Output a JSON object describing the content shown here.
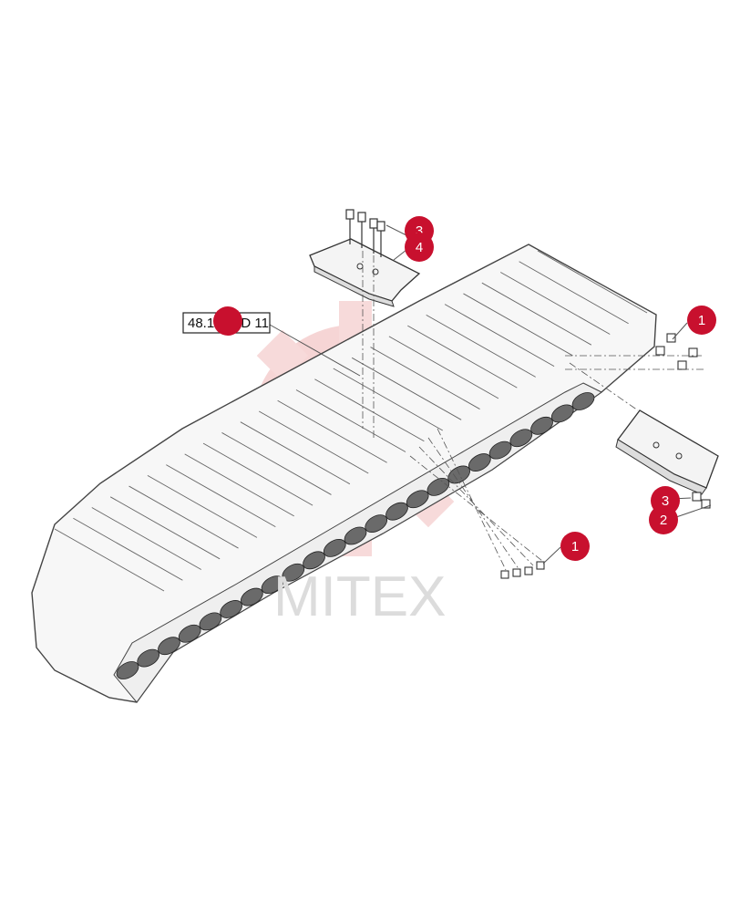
{
  "reference_label": "48.100.aD 11",
  "watermark": {
    "text": "MITEX",
    "color": "#e9b8b8"
  },
  "callouts": [
    {
      "id": "c-top-3",
      "number": "3"
    },
    {
      "id": "c-top-4",
      "number": "4"
    },
    {
      "id": "c-right-1",
      "number": "1"
    },
    {
      "id": "c-right-3",
      "number": "3"
    },
    {
      "id": "c-right-2",
      "number": "2"
    },
    {
      "id": "c-bottom-1",
      "number": "1"
    }
  ],
  "colors": {
    "callout": "#c8102e",
    "line": "#555555",
    "track_fill": "#f7f7f7",
    "link_fill": "#6a6a6a"
  }
}
